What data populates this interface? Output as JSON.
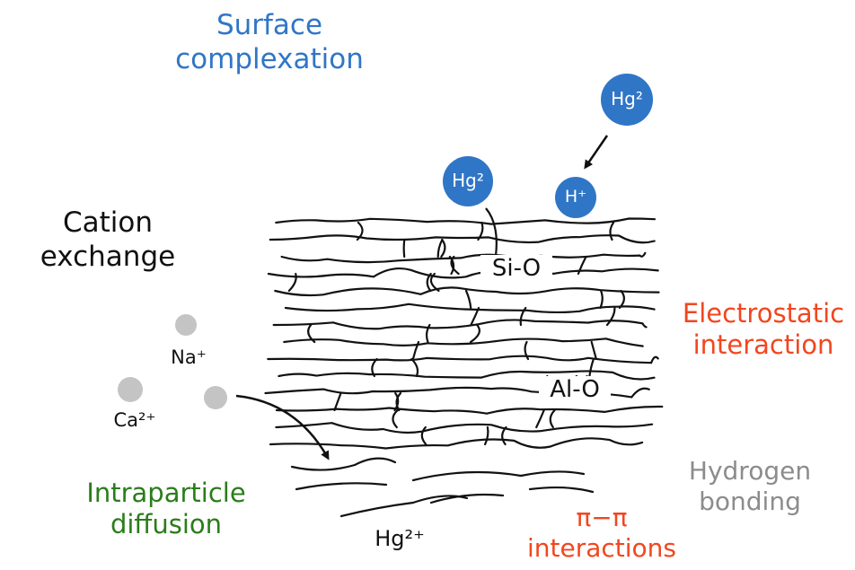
{
  "labels": {
    "surface_complexation": [
      "Surface",
      "complexation"
    ],
    "cation_exchange": [
      "Cation",
      "exchange"
    ],
    "electrostatic": [
      "Electrostatic",
      "interaction"
    ],
    "hydrogen_bonding": [
      "Hydrogen",
      "bonding"
    ],
    "pi_pi": [
      "π−π",
      "interactions"
    ],
    "intraparticle": [
      "Intraparticle",
      "diffusion"
    ]
  },
  "ions": {
    "hg_top": "Hg²",
    "hg_left": "Hg²",
    "h_plus": "H⁺",
    "na": "Na⁺",
    "ca": "Ca²⁺",
    "hg_bottom": "Hg²⁺"
  },
  "groups": {
    "si_o": "Si-O",
    "al_o": "Al-O"
  },
  "colors": {
    "blue": "#3076c6",
    "red": "#f2461f",
    "green": "#2a7d1a",
    "gray": "#8c8c8c",
    "ion_gray": "#c4c4c4"
  }
}
